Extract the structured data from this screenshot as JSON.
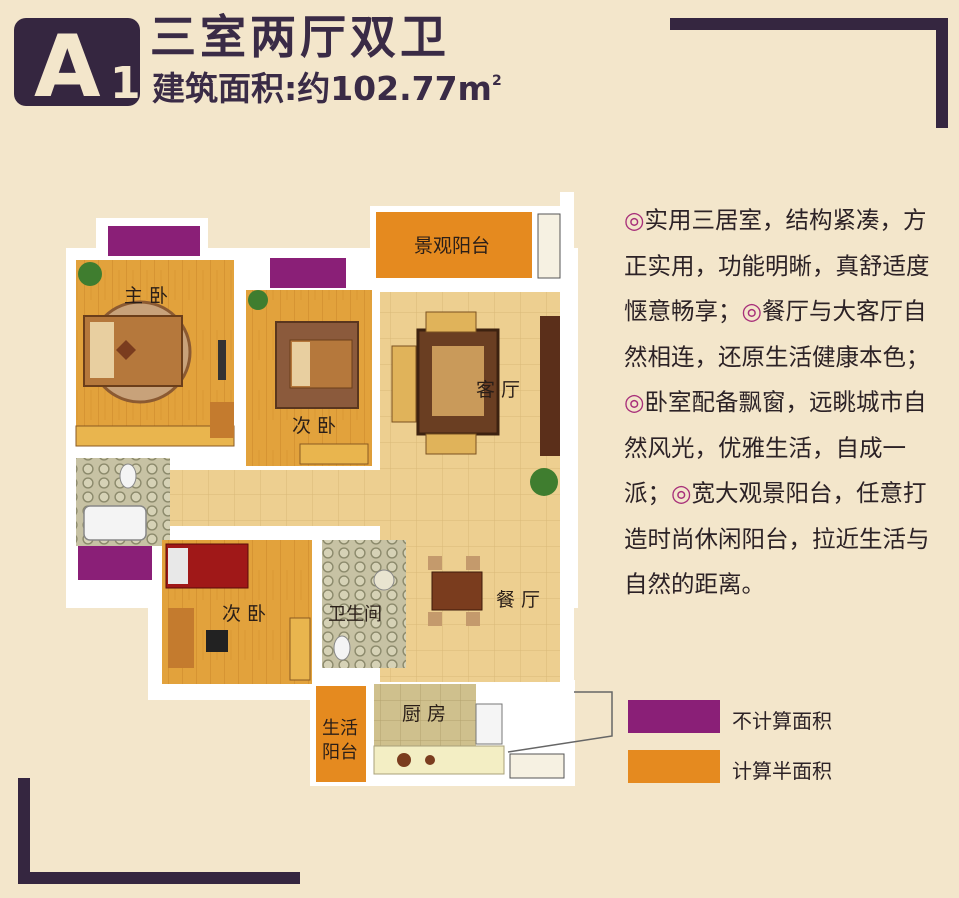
{
  "header": {
    "badge_letter": "A",
    "badge_number": "1",
    "title": "三室两厅双卫",
    "subtitle": "建筑面积:约102.77m",
    "subtitle_sup": "2"
  },
  "rooms": {
    "master_bedroom": "主 卧",
    "second_bedroom_top": "次 卧",
    "second_bedroom_bottom": "次 卧",
    "living_room": "客  厅",
    "dining_room": "餐  厅",
    "bathroom": "卫生间",
    "kitchen": "厨 房",
    "view_balcony": "景观阳台",
    "utility_balcony_line1": "生活",
    "utility_balcony_line2": "阳台"
  },
  "description": {
    "marker": "◎",
    "p1": "实用三居室，结构紧凑，方正实用，功能明晰，真舒适度惬意畅享；",
    "p2": "餐厅与大客厅自然相连，还原生活健康本色；",
    "p3": "卧室配备飘窗，远眺城市自然风光，优雅生活，自成一派；",
    "p4": "宽大观景阳台，任意打造时尚休闲阳台，拉近生活与自然的距离。"
  },
  "legend": [
    {
      "label": "不计算面积",
      "color": "#8a1f77"
    },
    {
      "label": "计算半面积",
      "color": "#e58a1f"
    }
  ],
  "colors": {
    "frame": "#352640",
    "background": "#f3e6cb",
    "wood_floor": "#e2a23c",
    "tile_floor": "#edcf90",
    "wall": "#ffffff"
  }
}
